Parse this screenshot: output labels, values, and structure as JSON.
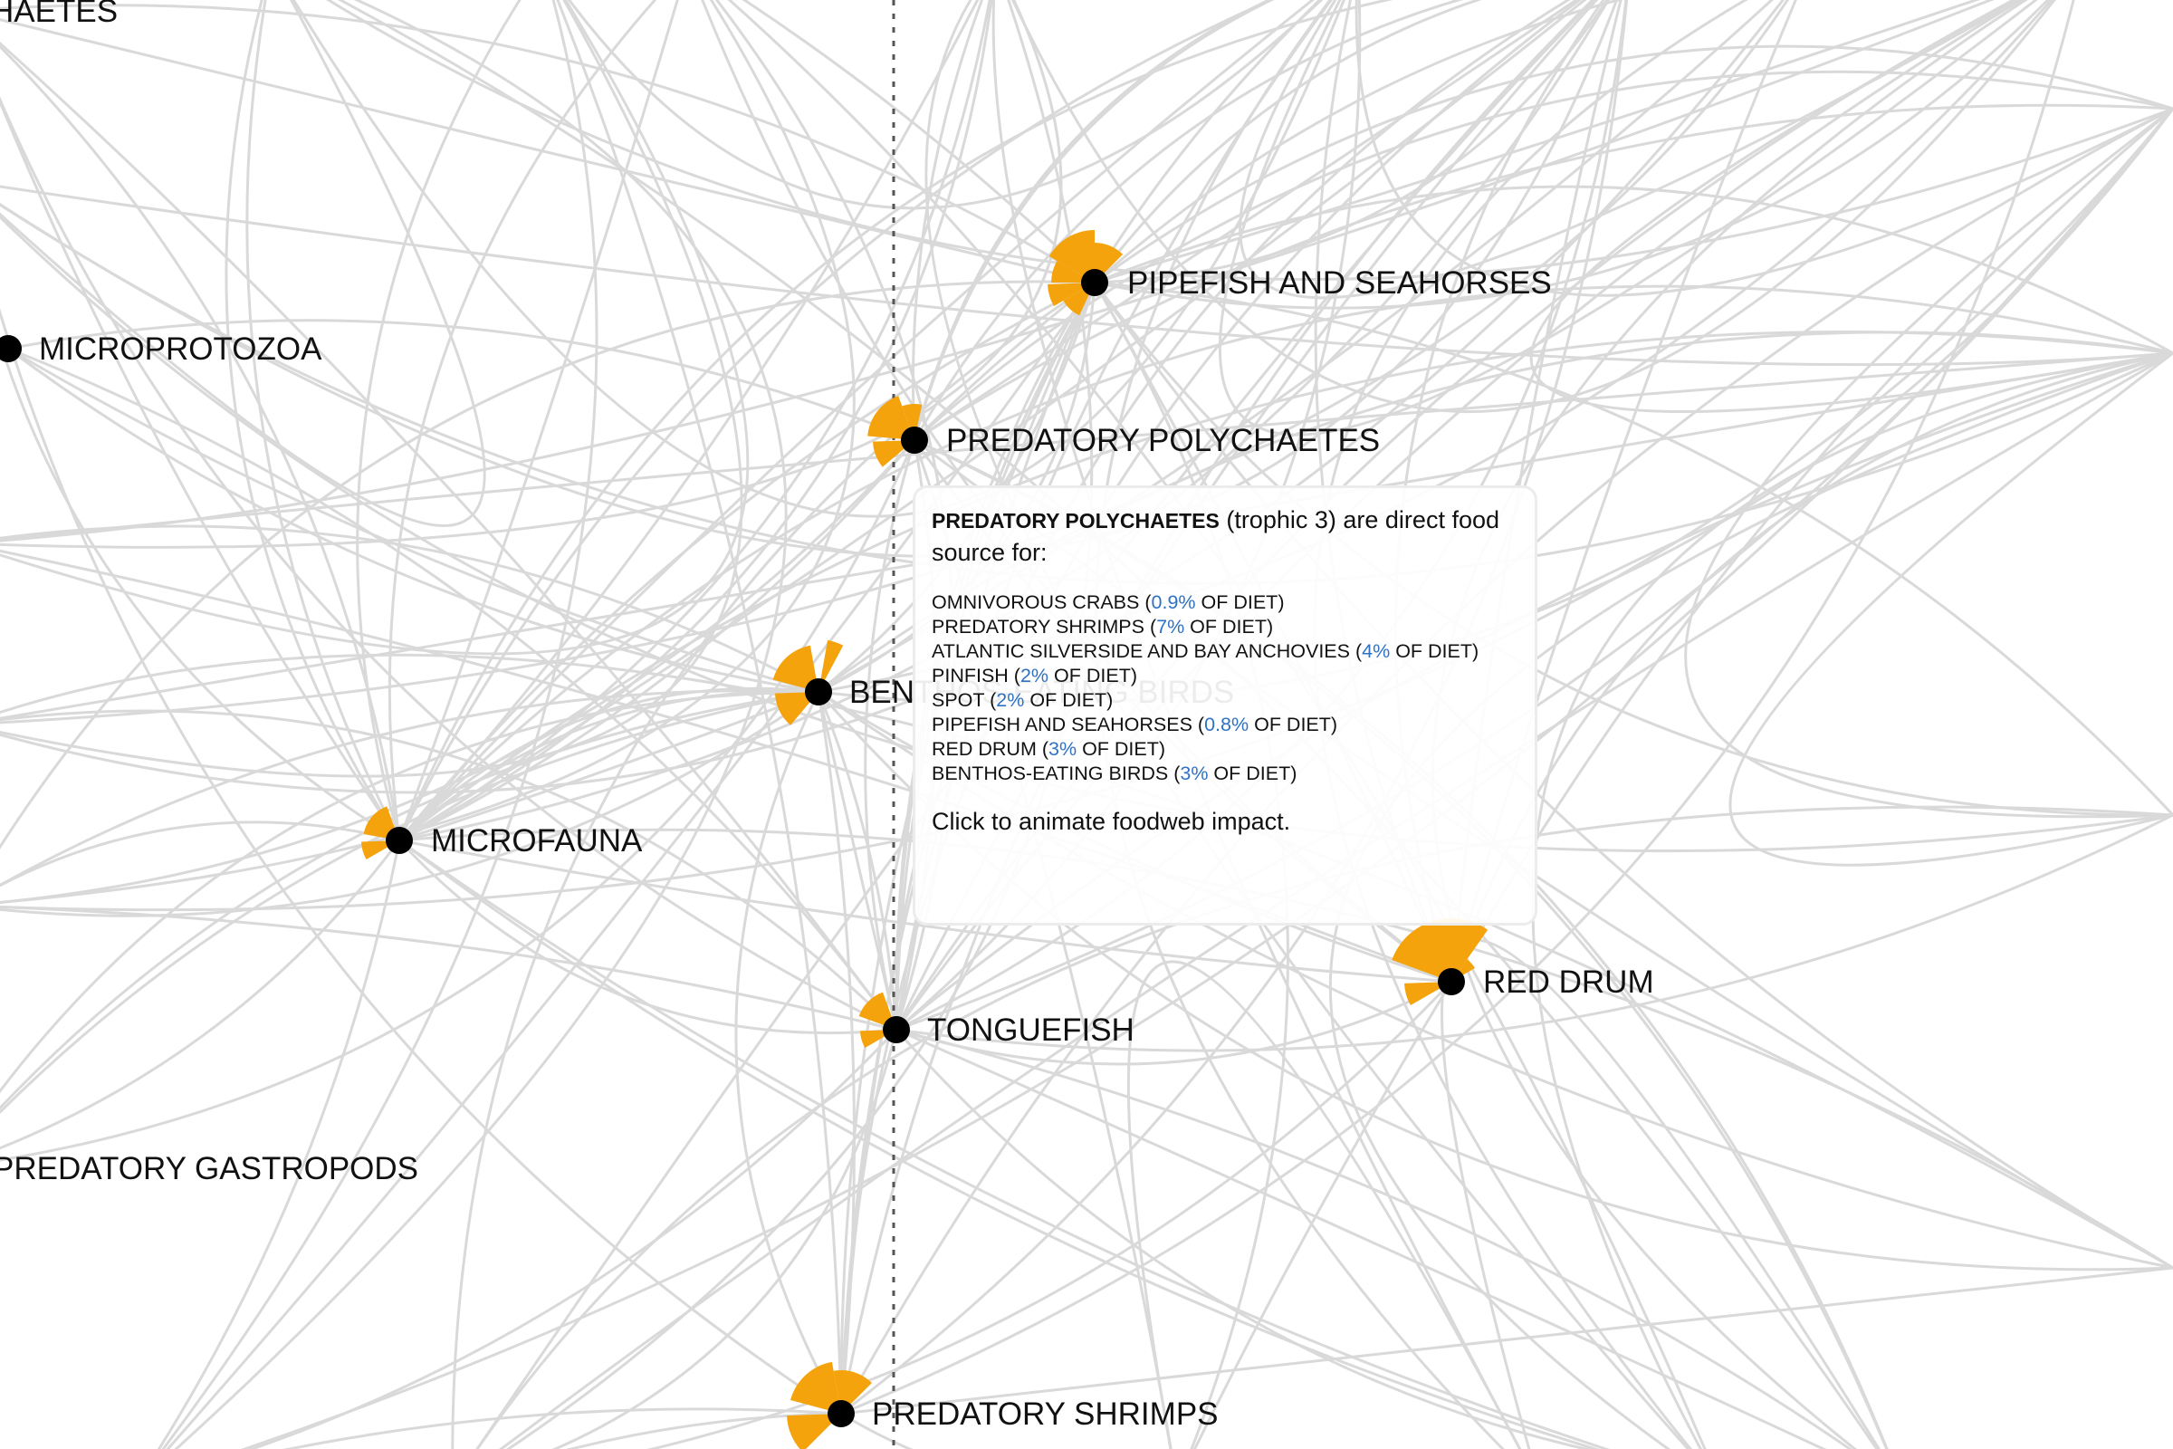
{
  "colors": {
    "edge": "#d9d9d9",
    "fan": "#f5a30c",
    "node": "#000000",
    "percent": "#2f72c4"
  },
  "nodes": [
    {
      "id": "polychaetes",
      "label": "HAETES",
      "has_fan": false
    },
    {
      "id": "microprotozoa",
      "label": "MICROPROTOZOA",
      "has_fan": false
    },
    {
      "id": "pipefish",
      "label": "PIPEFISH AND SEAHORSES",
      "has_fan": true
    },
    {
      "id": "predatory-polychaetes",
      "label": "PREDATORY POLYCHAETES",
      "has_fan": true
    },
    {
      "id": "benthos-birds",
      "label": "BENTHOS-EATING BIRDS",
      "has_fan": true
    },
    {
      "id": "microfauna",
      "label": "MICROFAUNA",
      "has_fan": true
    },
    {
      "id": "tonguefish",
      "label": "TONGUEFISH",
      "has_fan": true
    },
    {
      "id": "red-drum",
      "label": "RED DRUM",
      "has_fan": true
    },
    {
      "id": "predatory-gastropods",
      "label": "PREDATORY GASTROPODS",
      "has_fan": false
    },
    {
      "id": "predatory-shrimps",
      "label": "PREDATORY SHRIMPS",
      "has_fan": true
    }
  ],
  "tooltip": {
    "name": "PREDATORY POLYCHAETES",
    "trophic": "(trophic 3)",
    "intro_rest": "are direct food source for:",
    "items": [
      {
        "prey_of": "OMNIVOROUS CRABS",
        "pct": "0.9%"
      },
      {
        "prey_of": "PREDATORY SHRIMPS",
        "pct": "7%"
      },
      {
        "prey_of": "ATLANTIC SILVERSIDE AND BAY ANCHOVIES",
        "pct": "4%"
      },
      {
        "prey_of": "PINFISH",
        "pct": "2%"
      },
      {
        "prey_of": "SPOT",
        "pct": "2%"
      },
      {
        "prey_of": "PIPEFISH AND SEAHORSES",
        "pct": "0.8%"
      },
      {
        "prey_of": "RED DRUM",
        "pct": "3%"
      },
      {
        "prey_of": "BENTHOS-EATING BIRDS",
        "pct": "3%"
      }
    ],
    "diet_suffix": "OF DIET",
    "footer": "Click to animate foodweb impact."
  }
}
